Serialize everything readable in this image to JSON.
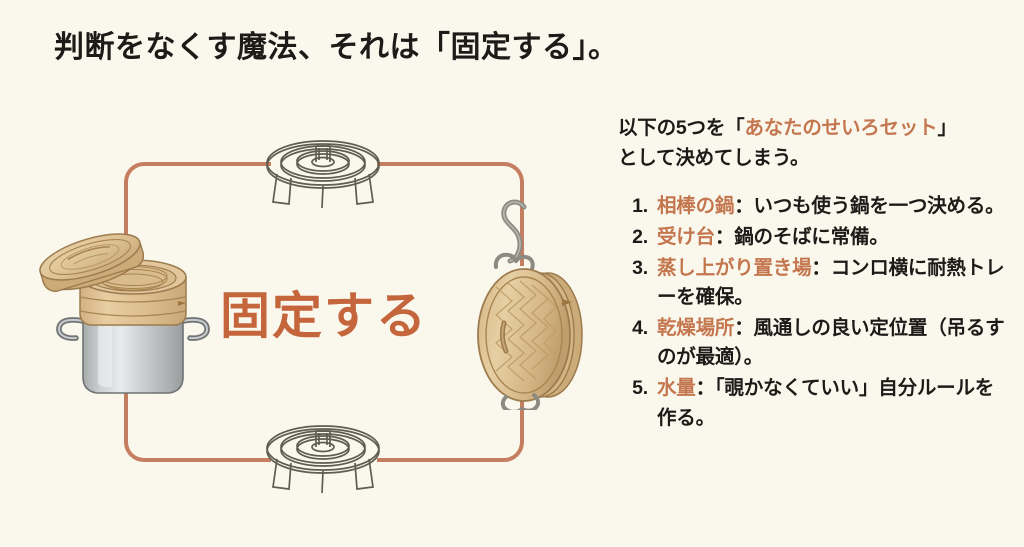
{
  "slide": {
    "title": "判断をなくす魔法、それは「固定する」。",
    "background_color": "#faf7ed",
    "accent_color": "#c4774f",
    "frame_color": "#c57e5f",
    "text_color": "#1d1b18"
  },
  "diagram": {
    "center_label": "固定する",
    "illustrations": [
      {
        "name": "bamboo-steamer-on-pot",
        "position": "left"
      },
      {
        "name": "wire-trivet-rack",
        "position": "top"
      },
      {
        "name": "wire-trivet-rack",
        "position": "bottom"
      },
      {
        "name": "hanging-bamboo-steamer",
        "position": "right"
      }
    ]
  },
  "text_column": {
    "intro": {
      "before": "以下の5つを「",
      "highlight": "あなたのせいろセット",
      "after": "」",
      "line2": "として決めてしまう。"
    },
    "items": [
      {
        "number": "1.",
        "label": "相棒の鍋",
        "separator": "：",
        "description": "いつも使う鍋を一つ決める。"
      },
      {
        "number": "2.",
        "label": "受け台",
        "separator": "：",
        "description": "鍋のそばに常備。"
      },
      {
        "number": "3.",
        "label": "蒸し上がり置き場",
        "separator": "：",
        "description": "コンロ横に耐熱トレーを確保。"
      },
      {
        "number": "4.",
        "label": "乾燥場所",
        "separator": "：",
        "description": "風通しの良い定位置（吊るすのが最適）。"
      },
      {
        "number": "5.",
        "label": "水量",
        "separator": "：",
        "description": "「覗かなくていい」自分ルールを作る。"
      }
    ]
  }
}
